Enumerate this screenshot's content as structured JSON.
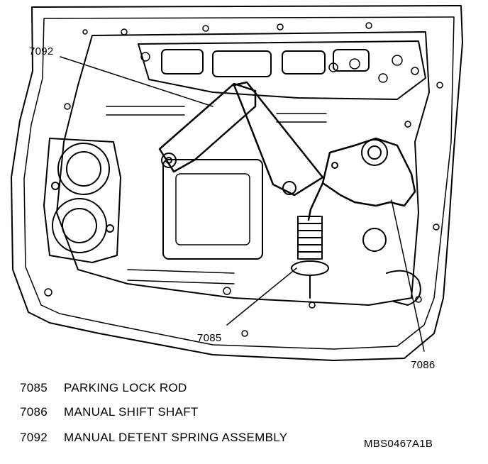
{
  "callouts": {
    "c7092": "7092",
    "c7085": "7085",
    "c7086": "7086"
  },
  "legend": [
    {
      "code": "7085",
      "description": "PARKING LOCK ROD"
    },
    {
      "code": "7086",
      "description": "MANUAL SHIFT SHAFT"
    },
    {
      "code": "7092",
      "description": "MANUAL DETENT SPRING ASSEMBLY"
    }
  ],
  "figure_id": "MBS0467A1B"
}
